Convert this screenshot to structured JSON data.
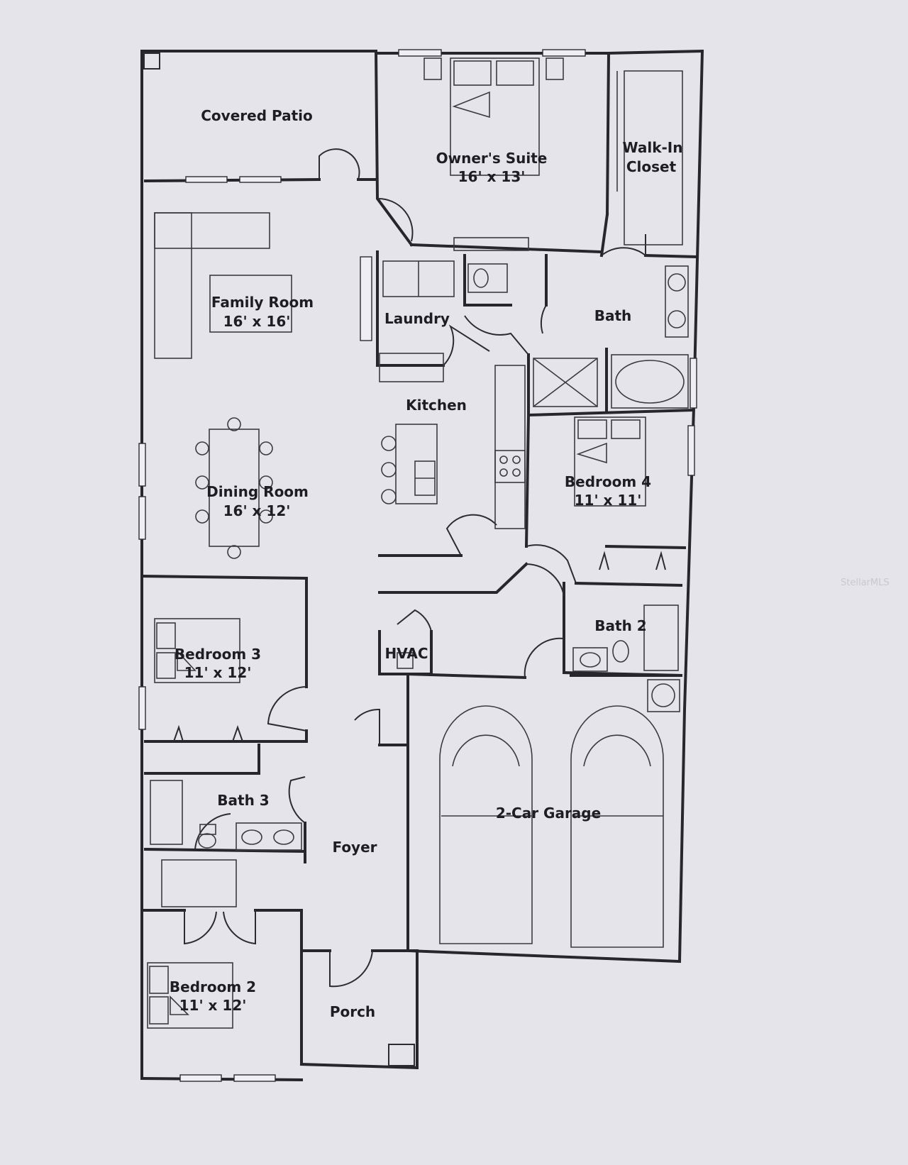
{
  "rooms": {
    "covered_patio": "Covered Patio",
    "owners_suite": "Owner's Suite",
    "owners_suite_size": "16' x 13'",
    "walk_in_closet_1": "Walk-In",
    "walk_in_closet_2": "Closet",
    "family_room": "Family Room",
    "family_room_size": "16' x 16'",
    "laundry": "Laundry",
    "bath": "Bath",
    "kitchen": "Kitchen",
    "dining_room": "Dining Room",
    "dining_room_size": "16' x 12'",
    "bedroom4": "Bedroom 4",
    "bedroom4_size": "11' x 11'",
    "bath2": "Bath 2",
    "hvac": "HVAC",
    "bedroom3": "Bedroom 3",
    "bedroom3_size": "11' x 12'",
    "bath3": "Bath 3",
    "foyer": "Foyer",
    "garage": "2-Car Garage",
    "bedroom2": "Bedroom 2",
    "bedroom2_size": "11' x 12'",
    "porch": "Porch"
  },
  "watermark": "StellarMLS"
}
